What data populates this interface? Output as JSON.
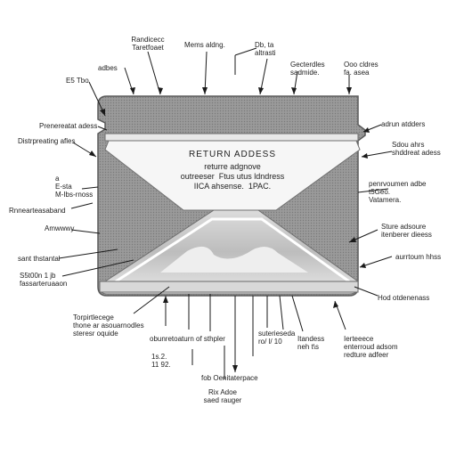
{
  "envelope": {
    "heading": "RETURN ADDESS",
    "line1": "returre adgnove",
    "line2": "outreeser  Ftus utus ldndress",
    "line3": "IICA ahsense.  1PAC.",
    "colors": {
      "body": "#8e8e8e",
      "flap": "#f4f4f4",
      "edge": "#5a5a5a",
      "liner": "#c9c9c9"
    }
  },
  "labels": {
    "top1": "Randicecc\nTaretfoaet",
    "top2": "Mems aldng.",
    "top3": "Db, ta\naltrasti",
    "top4": "Gecterdles\nsadmide.",
    "top5": "Ooo cldres\nfa. asea",
    "top6": "adbes",
    "left1": "E5 Tbo",
    "left2": "Prenereatat adess",
    "left3": "Distrpreating afles",
    "left4": "a\nE-sta\nM-Ibs-rnoss",
    "left5": "Rnnearteasaband",
    "left6": "Amwwwy",
    "left7": "sant thstantal",
    "left8": "S5t00n 1 jb\nfassarteruaaon",
    "right1": "adrun atdders",
    "right2": "Sdou ahrs\nshddreat adess",
    "right3": "penrvoumen adbe\nt5Geo.\nVatamera.",
    "right4": "Sture adsoure\nitenberer dieess",
    "right5": "aurrtoum hhss",
    "right6": "Hod otdenenass",
    "bottom1": "Torpirtlecege\nthone ar asouarnodles\nsteresr oquide",
    "bottom2": "obunretoaturn of sthpler",
    "bottom3": "suterieseda\nro/ l/ 10",
    "bottom4": "1s.2.\n11 92.",
    "bottom5": "Itandess\nneh t\\s",
    "bottom6": "Ierteeece\nenterroud adsom\nredture adfeer",
    "bottom7": "fob Oenitaterpace",
    "bottom8": "Rix Adoe\nsaed rauger"
  }
}
